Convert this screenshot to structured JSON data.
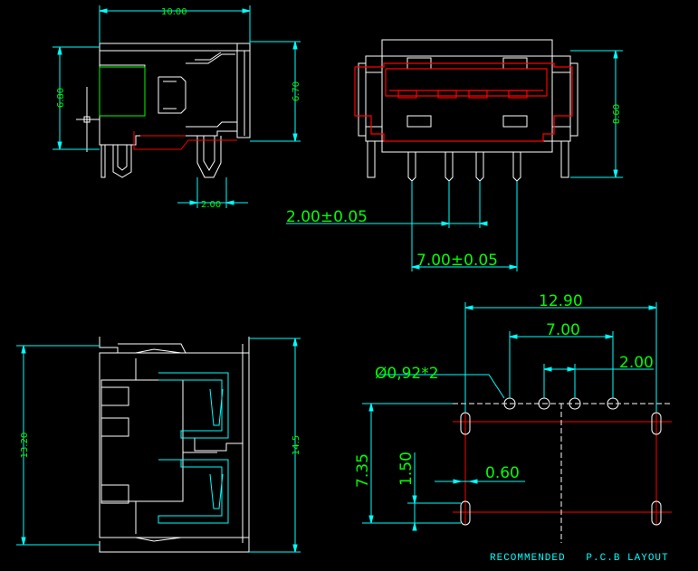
{
  "colors": {
    "background": "#000000",
    "outline": "#ffffff",
    "dimension": "#00ff00",
    "dimension_line": "#00ffff",
    "cutaway": "#ff0000",
    "contact": "#00ffff"
  },
  "side_view": {
    "width": "10.00",
    "height_left": "6.80",
    "height_right": "6.70",
    "pitch": "2.00"
  },
  "front_view": {
    "height": "8.60",
    "pin_pitch": "2.00±0.05",
    "pin_span": "7.00±0.05"
  },
  "bottom_view": {
    "length_left": "13.20",
    "length_right": "14.5"
  },
  "pcb_layout": {
    "overall_width": "12.90",
    "pin_span": "7.00",
    "pin_pitch": "2.00",
    "hole_callout": "Ø0,92*2",
    "slot_width": "0.60",
    "row_offset": "7.35",
    "slot_length": "1.50",
    "caption": "RECOMMENDED   P.C.B LAYOUT"
  }
}
